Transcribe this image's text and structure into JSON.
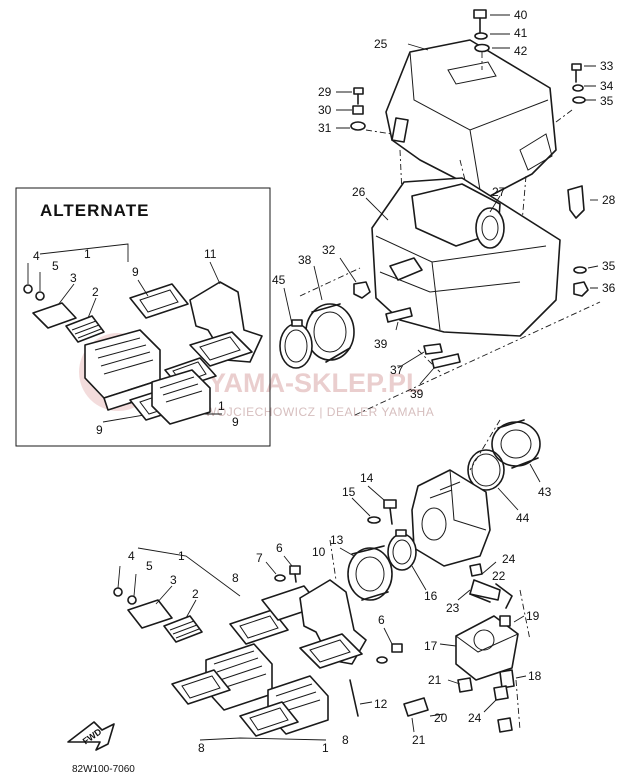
{
  "diagram": {
    "alternate_label": "ALTERNATE",
    "catalog_code": "82W100-7060",
    "fwd_label": "FWD",
    "watermark": {
      "main_text": "YAMA-SKLEP.PL",
      "sub_text": "WOJCIECHOWICZ | DEALER YAMAHA",
      "color": "#d9a7a7"
    },
    "callouts": {
      "n40": "40",
      "n41": "41",
      "n42": "42",
      "n25": "25",
      "n33": "33",
      "n34": "34",
      "n35a": "35",
      "n29": "29",
      "n30": "30",
      "n31": "31",
      "n26": "26",
      "n27": "27",
      "n28": "28",
      "n32": "32",
      "n38": "38",
      "n45": "45",
      "n35b": "35",
      "n36": "36",
      "n39a": "39",
      "n37": "37",
      "n39b": "39",
      "n43": "43",
      "n44": "44",
      "n14": "14",
      "n15": "15",
      "n13": "13",
      "n16": "16",
      "n7": "7",
      "n6a": "6",
      "n10": "10",
      "n24a": "24",
      "n22": "22",
      "n23": "23",
      "n19": "19",
      "n17": "17",
      "n18": "18",
      "n21a": "21",
      "n20": "20",
      "n24b": "24",
      "n21b": "21",
      "n6b": "6",
      "n12": "12",
      "n8a": "8",
      "n8b": "8",
      "n8c": "8",
      "n1a": "1",
      "n4a": "4",
      "n5a": "5",
      "n3a": "3",
      "n2a": "2",
      "n9a": "9",
      "n11": "11",
      "n9b": "9",
      "n9c": "9",
      "n1b": "1",
      "n1c": "1",
      "n4b": "4",
      "n5b": "5",
      "n3b": "3",
      "n2b": "2",
      "n1d": "1"
    }
  }
}
